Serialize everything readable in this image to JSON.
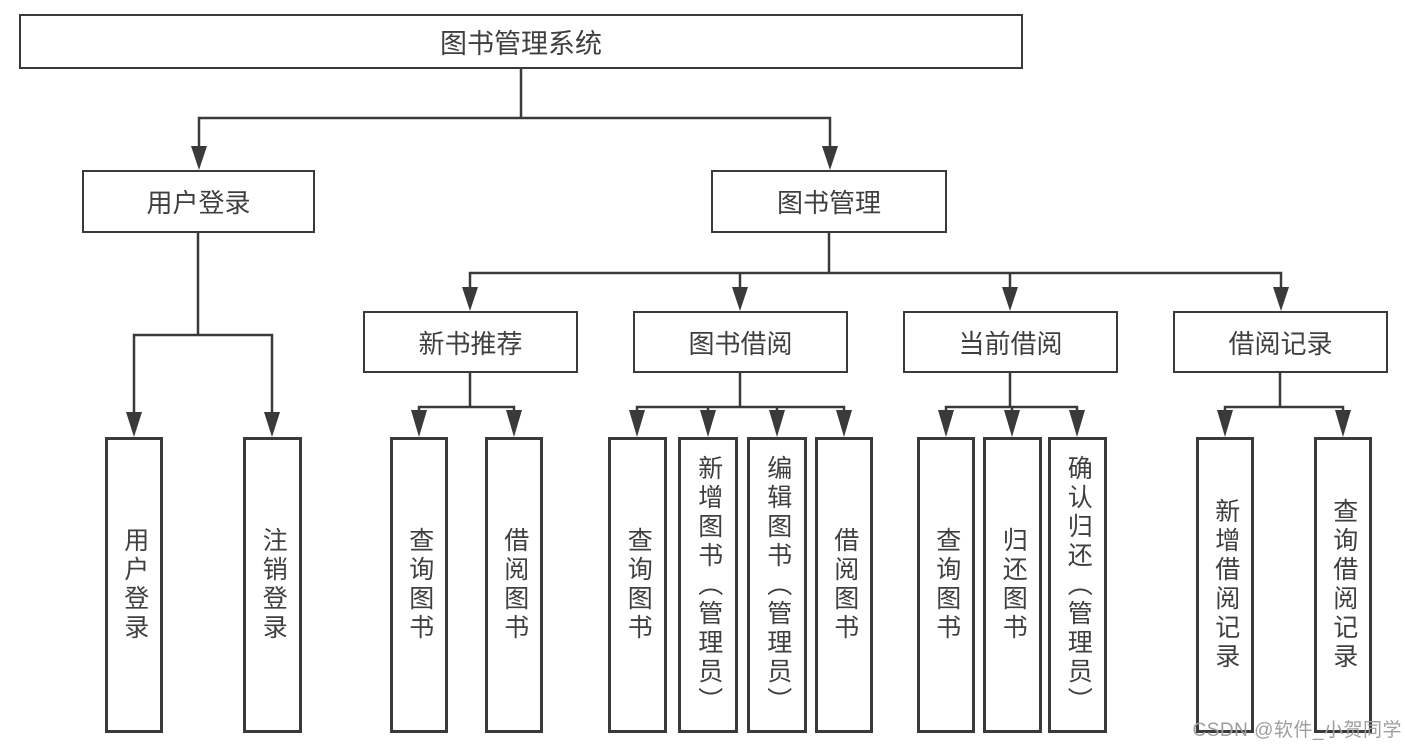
{
  "diagram": {
    "tree": {
      "label": "图书管理系统",
      "children": [
        {
          "label": "用户登录",
          "children": [
            {
              "label": "用户登录"
            },
            {
              "label": "注销登录"
            }
          ]
        },
        {
          "label": "图书管理",
          "children": [
            {
              "label": "新书推荐",
              "children": [
                {
                  "label": "查询图书"
                },
                {
                  "label": "借阅图书"
                }
              ]
            },
            {
              "label": "图书借阅",
              "children": [
                {
                  "label": "查询图书"
                },
                {
                  "label": "新增图书（管理员）"
                },
                {
                  "label": "编辑图书（管理员）"
                },
                {
                  "label": "借阅图书"
                }
              ]
            },
            {
              "label": "当前借阅",
              "children": [
                {
                  "label": "查询图书"
                },
                {
                  "label": "归还图书"
                },
                {
                  "label": "确认归还（管理员）"
                }
              ]
            },
            {
              "label": "借阅记录",
              "children": [
                {
                  "label": "新增借阅记录"
                },
                {
                  "label": "查询借阅记录"
                }
              ]
            }
          ]
        }
      ]
    }
  },
  "watermark": {
    "text": "CSDN @软件_小贺同学"
  },
  "colors": {
    "line": "#3a3a3a",
    "text": "#3f3f3f",
    "background": "#ffffff",
    "watermark": "#9e9e9e"
  }
}
